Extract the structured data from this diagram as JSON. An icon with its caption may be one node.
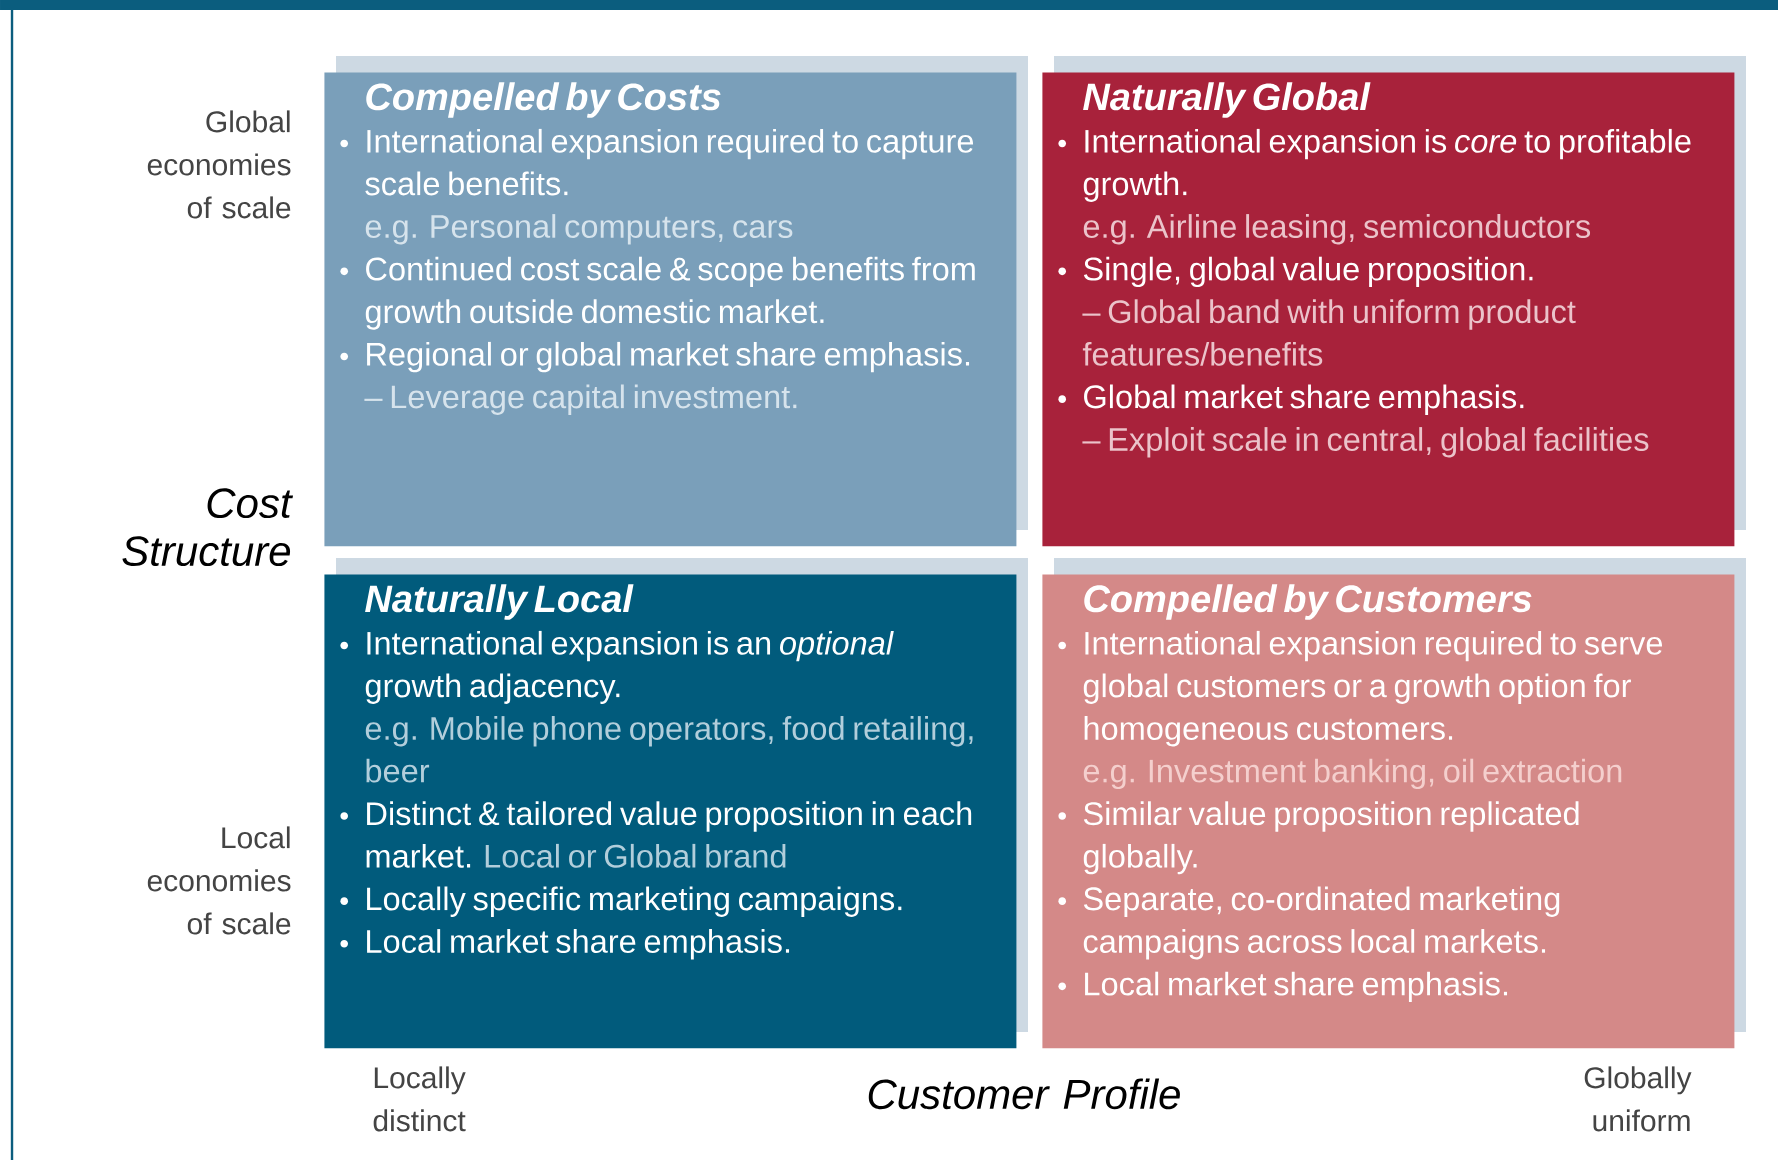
{
  "diagram": {
    "nodes": [
      {
        "text": [
          "Compelled by Costs",
          "International expansion required to capture scale benefits.",
          "e.g. Personal computers, cars",
          "Continued cost scale & scope benefits from growth outside domestic market.",
          "Regional or global market share emphasis.",
          "– Leverage capital investment."
        ]
      },
      {
        "text": [
          "Naturally Global",
          "International expansion is *core* to profitable growth.",
          "e.g. Airline leasing, semiconductors",
          "Single, global value proposition.",
          "– Global band with uniform product features/benefits",
          "Global market share emphasis.",
          "– Exploit scale in central, global facilities"
        ]
      },
      {
        "text": [
          "Naturally Local",
          "International expansion is an *optional* growth adjacency.",
          "e.g. Mobile phone operators, food retailing, beer",
          "Distinct & tailored value proposition in each market.",
          "Local or Global brand",
          "Locally specific marketing campaigns.",
          "Local market share emphasis."
        ]
      },
      {
        "text": [
          "Compelled by Customers",
          "International expansion required to serve global customers or a growth option for homogeneous customers.",
          "e.g. Investment banking, oil extraction",
          "Similar value proposition replicated globally.",
          "Separate, co-ordinated marketing campaigns across local markets.",
          "Local market share emphasis."
        ]
      }
    ],
    "labels": [
      "Global economies of scale",
      "Cost Structure",
      "Local economies of scale",
      "Locally distinct",
      "Customer Profile",
      "Globally uniform"
    ]
  }
}
